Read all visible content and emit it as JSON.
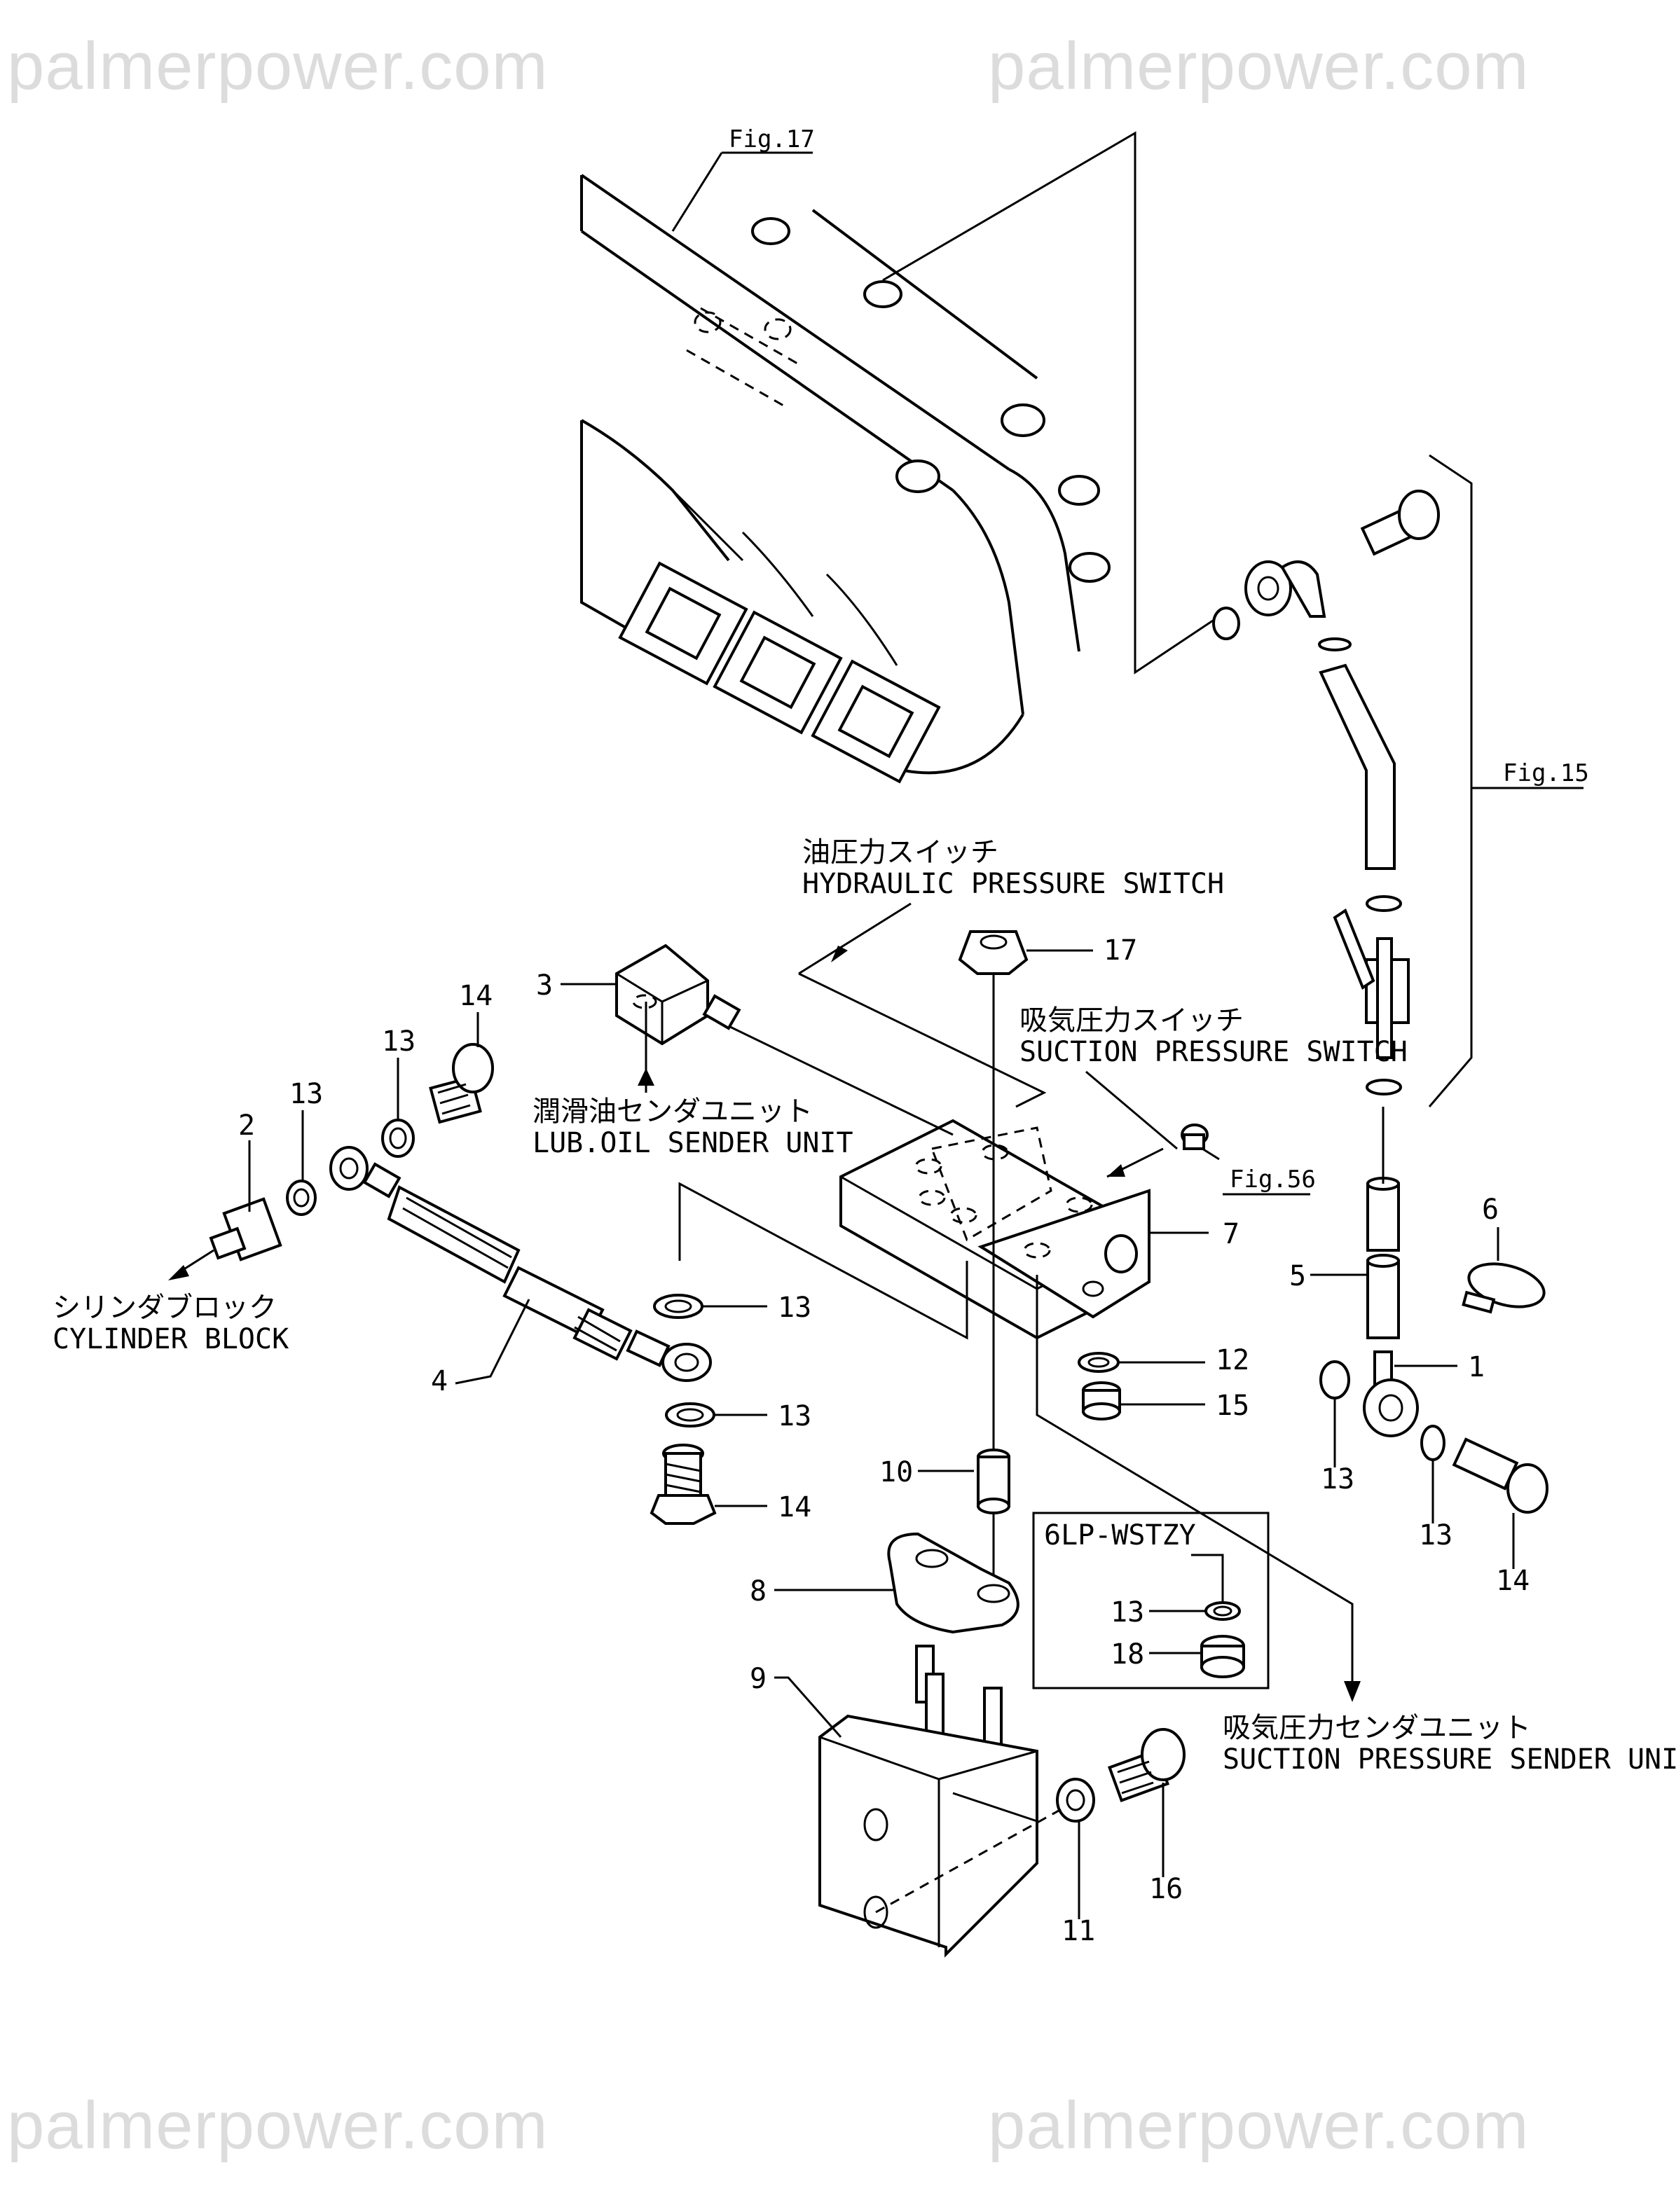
{
  "watermarks": [
    "palmerpower.com",
    "palmerpower.com",
    "palmerpower.com",
    "palmerpower.com"
  ],
  "figure_refs": {
    "fig17": "Fig.17",
    "fig15": "Fig.15",
    "fig56": "Fig.56"
  },
  "callouts": {
    "hydraulic_jp": "油圧力スイッチ",
    "hydraulic_en": "HYDRAULIC PRESSURE SWITCH",
    "suction_switch_jp": "吸気圧力スイッチ",
    "suction_switch_en": "SUCTION PRESSURE SWITCH",
    "lub_jp": "潤滑油センダユニット",
    "lub_en": "LUB.OIL SENDER UNIT",
    "cylinder_jp": "シリンダブロック",
    "cylinder_en": "CYLINDER BLOCK",
    "suction_sender_jp": "吸気圧力センダユニット",
    "suction_sender_en": "SUCTION PRESSURE SENDER UNIT"
  },
  "variant_box": {
    "title": "6LP-WSTZY",
    "item_13": "13",
    "item_18": "18"
  },
  "part_numbers": {
    "p1": "1",
    "p2": "2",
    "p3": "3",
    "p4": "4",
    "p5": "5",
    "p6": "6",
    "p7": "7",
    "p8": "8",
    "p9": "9",
    "p10": "10",
    "p11": "11",
    "p12": "12",
    "p13a": "13",
    "p13b": "13",
    "p13c": "13",
    "p13d": "13",
    "p13e": "13",
    "p13f": "13",
    "p13g": "13",
    "p14a": "14",
    "p14b": "14",
    "p14c": "14",
    "p15": "15",
    "p16": "16",
    "p17": "17"
  },
  "icons": {
    "intake_manifold": "intake-manifold-icon",
    "bracket": "mounting-bracket-icon",
    "hose": "braided-hose-icon"
  }
}
